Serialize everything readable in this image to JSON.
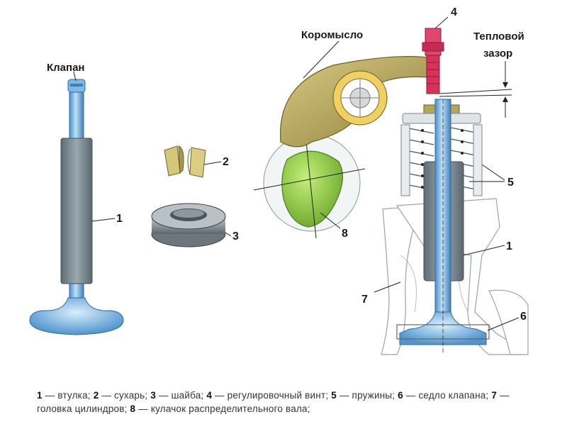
{
  "labels": {
    "valve": "Клапан",
    "rocker": "Коромысло",
    "thermal_gap_line1": "Тепловой",
    "thermal_gap_line2": "зазор"
  },
  "numbers": {
    "n1": "1",
    "n2": "2",
    "n3": "3",
    "n4": "4",
    "n5": "5",
    "n6": "6",
    "n7": "7",
    "n8": "8"
  },
  "legend": [
    {
      "num": "1",
      "text": " — втулка; "
    },
    {
      "num": "2",
      "text": " — сухарь; "
    },
    {
      "num": "3",
      "text": " — шайба; "
    },
    {
      "num": "4",
      "text": " — регулировочный винт; "
    },
    {
      "num": "5",
      "text": " — пружины; "
    },
    {
      "num": "6",
      "text": " — седло клапана; "
    },
    {
      "num": "7",
      "text": " — головка цилиндров; "
    },
    {
      "num": "8",
      "text": " — кулачок распределительного вала;"
    }
  ],
  "colors": {
    "valve_blue": "#6fb0e0",
    "bushing_grey": "#7f8f99",
    "rocker_olive": "#b5a55a",
    "cam_green": "#8fcf3f",
    "screw_red": "#d8325a",
    "roller_yellow": "#f0d060"
  }
}
